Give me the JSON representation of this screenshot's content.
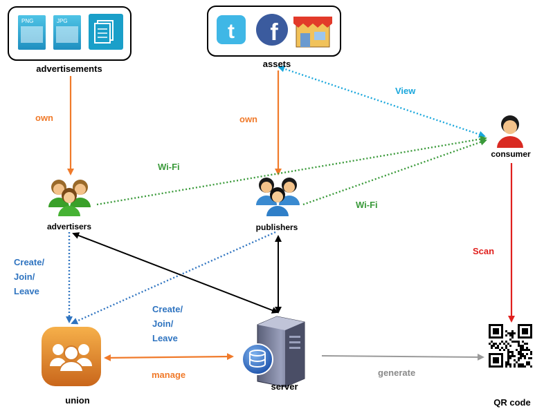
{
  "nodes": {
    "advertisements": {
      "label": "advertisements",
      "icons": [
        "png-file-icon",
        "jpg-file-icon",
        "document-icon"
      ],
      "icon_text": [
        "PNG",
        "JPG"
      ]
    },
    "assets": {
      "label": "assets",
      "icons": [
        "twitter-icon",
        "facebook-icon",
        "store-icon"
      ],
      "icon_text": [
        "t",
        "f"
      ]
    },
    "advertisers": {
      "label": "advertisers"
    },
    "publishers": {
      "label": "publishers"
    },
    "consumer": {
      "label": "consumer"
    },
    "union": {
      "label": "union"
    },
    "server": {
      "label": "server"
    },
    "qr": {
      "label": "QR code"
    }
  },
  "edges": {
    "own_left": "own",
    "own_mid": "own",
    "view": "View",
    "wifi_left": "Wi-Fi",
    "wifi_right": "Wi-Fi",
    "scan": "Scan",
    "create_left": [
      "Create/",
      "Join/",
      "Leave"
    ],
    "create_mid": [
      "Create/",
      "Join/",
      "Leave"
    ],
    "manage": "manage",
    "generate": "generate"
  },
  "colors": {
    "orange": "#f07a2a",
    "green": "#3a9a3a",
    "cyan": "#1aa7dc",
    "blue": "#2f74c0",
    "red": "#e0201e",
    "black": "#000000",
    "gray": "#9a9a9a"
  }
}
